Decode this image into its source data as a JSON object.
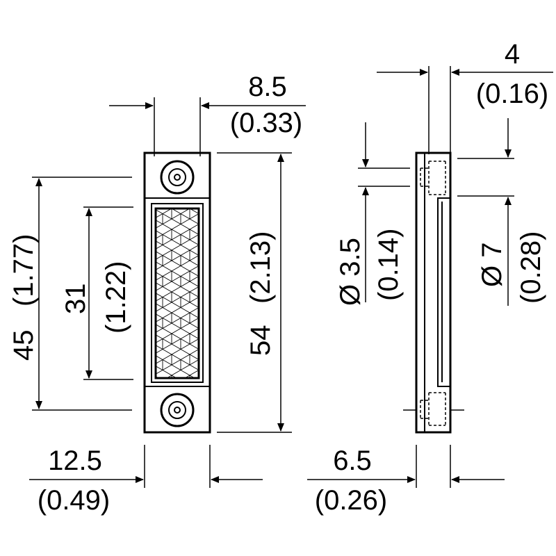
{
  "dimensions": {
    "front_top_width": {
      "mm": "8.5",
      "inch": "(0.33)"
    },
    "front_bottom_width": {
      "mm": "12.5",
      "inch": "(0.49)"
    },
    "hole_spacing": {
      "mm": "45",
      "inch": "(1.77)"
    },
    "reflector_height": {
      "mm": "31",
      "inch": "(1.22)"
    },
    "overall_height": {
      "mm": "54",
      "inch": "(2.13)"
    },
    "side_top_width": {
      "mm": "4",
      "inch": "(0.16)"
    },
    "side_bottom_width": {
      "mm": "6.5",
      "inch": "(0.26)"
    },
    "hole_diameter": {
      "mm": "Ø 3.5",
      "inch": "(0.14)"
    },
    "counterbore_diameter": {
      "mm": "Ø 7",
      "inch": "(0.28)"
    }
  },
  "colors": {
    "line": "#000000",
    "background": "#ffffff"
  }
}
